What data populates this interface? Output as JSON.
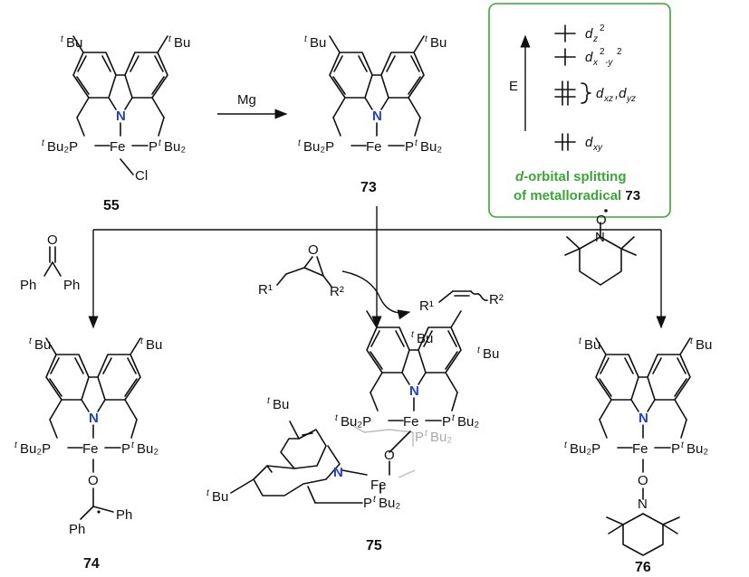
{
  "labels": {
    "tBu": "Bu",
    "t": "t",
    "n_atom": "N",
    "fe": "Fe",
    "cl": "Cl",
    "p_left": "Bu₂P",
    "p_right_prefix": "P",
    "p_right_suffix": "Bu₂",
    "o_atom": "O",
    "ph": "Ph",
    "mg": "Mg",
    "r1": "R¹",
    "r2": "R²"
  },
  "compounds": {
    "c55": "55",
    "c73": "73",
    "c74": "74",
    "c75": "75",
    "c76": "76"
  },
  "orbital_box": {
    "energy_label": "E",
    "dz2": "d",
    "dz2_sub": "z",
    "dz2_sup": "2",
    "dx2y2": "d",
    "dx2y2_sub": "x",
    "dx2y2_sup": "2",
    "dx2y2_mid": "-y",
    "dx2y2_sup2": "2",
    "dxz_label": "d",
    "dxz_sub": "xz",
    "dyz_label": ",d",
    "dyz_sub": "yz",
    "dxy": "d",
    "dxy_sub": "xy",
    "caption_line1_italic": "d",
    "caption_line1_rest": "-orbital splitting",
    "caption_line2": "of metalloradical ",
    "caption_line2_bold": "73"
  },
  "colors": {
    "nitrogen": "#1f3fd1",
    "green": "#3aa635",
    "ghost": "#bdbdbd"
  }
}
